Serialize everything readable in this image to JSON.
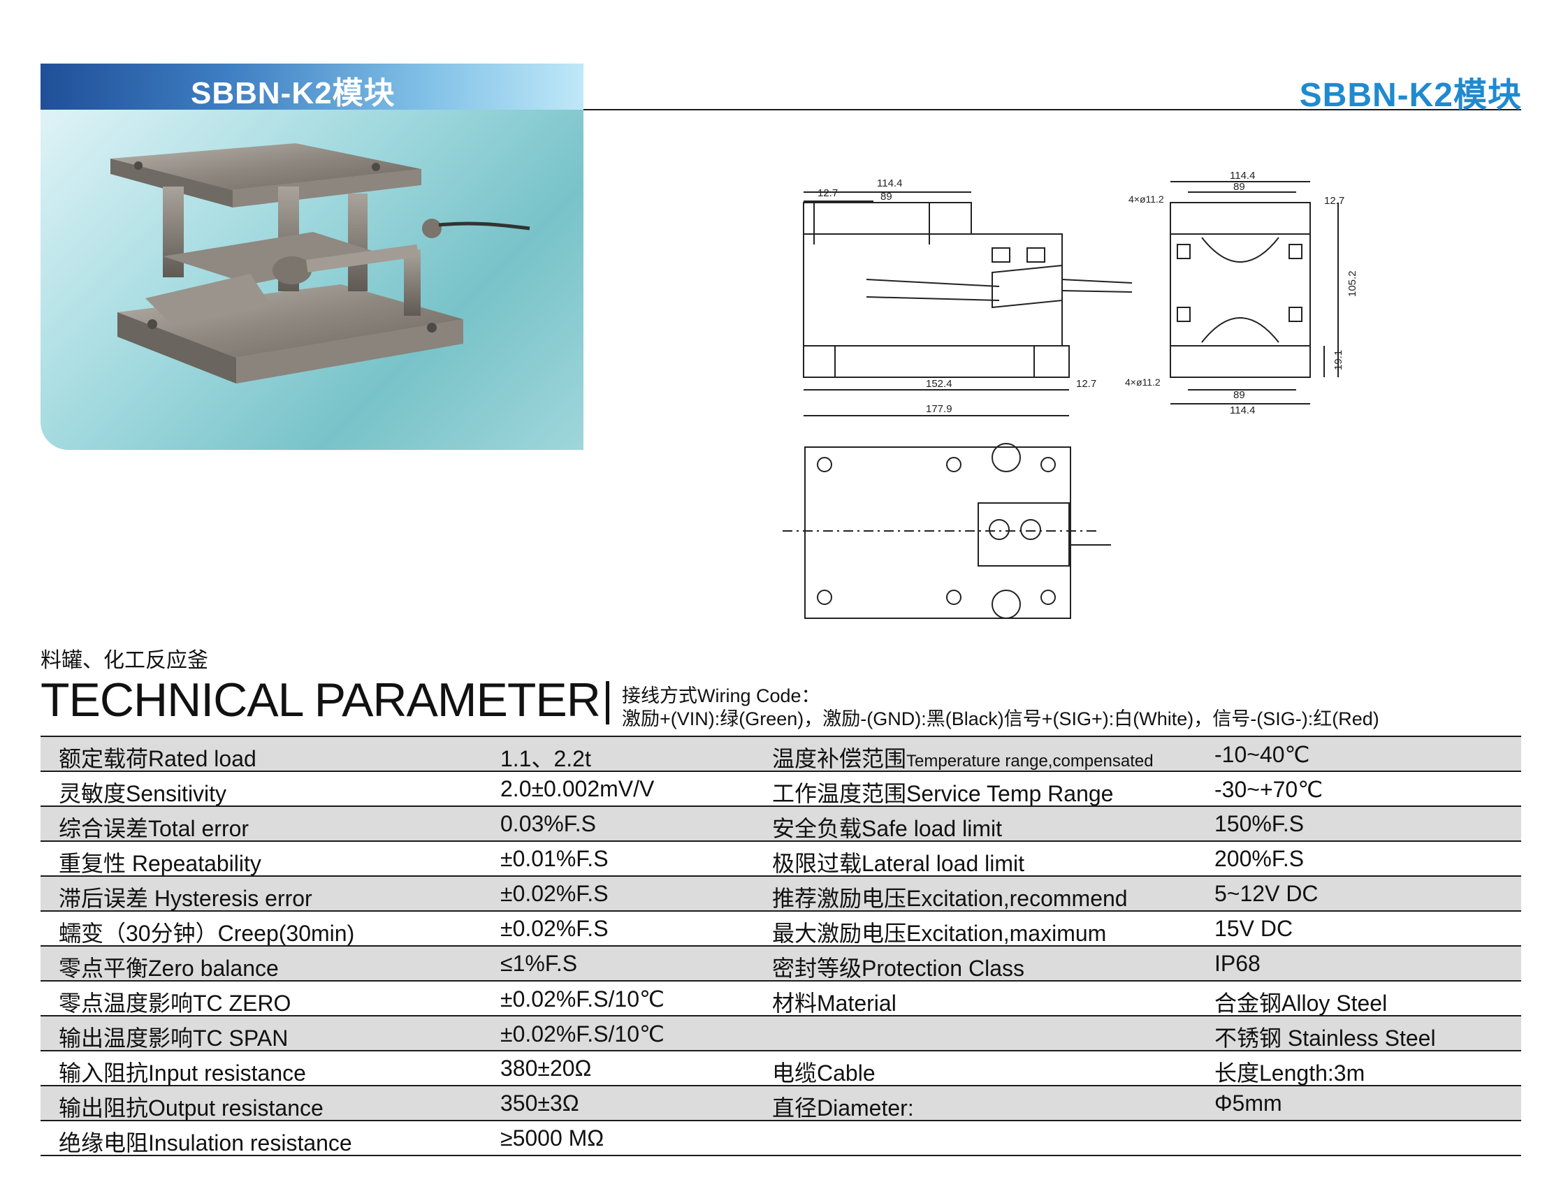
{
  "header": {
    "left_title": "SBBN-K2模块",
    "right_title": "SBBN-K2模块"
  },
  "drawing": {
    "side_view": {
      "top_width": "114.4",
      "top_inner": "89",
      "top_offset": "12.7",
      "bottom_inner": "152.4",
      "bottom_offset": "12.7",
      "bottom_width": "177.9"
    },
    "end_view": {
      "top_width": "114.4",
      "top_inner": "89",
      "top_holes": "4×ø11.2",
      "top_offset": "12.7",
      "height": "105.2",
      "base_height": "19.1",
      "bottom_holes": "4×ø11.2",
      "bottom_inner": "89",
      "bottom_width": "114.4"
    }
  },
  "usage": "料罐、化工反应釜",
  "technical": {
    "heading": "TECHNICAL PARAMETER",
    "wiring_line1": "接线方式Wiring Code：",
    "wiring_line2": "激励+(VIN):绿(Green)，激励-(GND):黑(Black)信号+(SIG+):白(White)，信号-(SIG-):红(Red)"
  },
  "parameters": [
    {
      "label_l": "额定载荷Rated load",
      "value_l": "1.1、2.2t",
      "label_r": "温度补偿范围",
      "label_r_small": "Temperature range,compensated",
      "value_r": "-10~40℃"
    },
    {
      "label_l": "灵敏度Sensitivity",
      "value_l": "2.0±0.002mV/V",
      "label_r": "工作温度范围Service Temp Range",
      "label_r_small": "",
      "value_r": "-30~+70℃"
    },
    {
      "label_l": "综合误差Total error",
      "value_l": "0.03%F.S",
      "label_r": "安全负载Safe load limit",
      "label_r_small": "",
      "value_r": "150%F.S"
    },
    {
      "label_l": "重复性 Repeatability",
      "value_l": "±0.01%F.S",
      "label_r": "极限过载Lateral load limit",
      "label_r_small": "",
      "value_r": "200%F.S"
    },
    {
      "label_l": "滞后误差 Hysteresis error",
      "value_l": "±0.02%F.S",
      "label_r": "推荐激励电压Excitation,recommend",
      "label_r_small": "",
      "value_r": "5~12V DC"
    },
    {
      "label_l": "蠕变（30分钟）Creep(30min)",
      "value_l": "±0.02%F.S",
      "label_r": "最大激励电压Excitation,maximum",
      "label_r_small": "",
      "value_r": "15V DC"
    },
    {
      "label_l": "零点平衡Zero balance",
      "value_l": "≤1%F.S",
      "label_r": "密封等级Protection Class",
      "label_r_small": "",
      "value_r": "IP68"
    },
    {
      "label_l": "零点温度影响TC ZERO",
      "value_l": "±0.02%F.S/10℃",
      "label_r": "材料Material",
      "label_r_small": "",
      "value_r": "合金钢Alloy Steel"
    },
    {
      "label_l": "输出温度影响TC SPAN",
      "value_l": "±0.02%F.S/10℃",
      "label_r": "",
      "label_r_small": "",
      "value_r": "不锈钢 Stainless Steel"
    },
    {
      "label_l": "输入阻抗Input resistance",
      "value_l": "380±20Ω",
      "label_r": "电缆Cable",
      "label_r_small": "",
      "value_r": "长度Length:3m"
    },
    {
      "label_l": "输出阻抗Output resistance",
      "value_l": "350±3Ω",
      "label_r": "直径Diameter:",
      "label_r_small": "",
      "value_r": "Φ5mm"
    },
    {
      "label_l": "绝缘电阻Insulation resistance",
      "value_l": "≥5000 MΩ",
      "label_r": "",
      "label_r_small": "",
      "value_r": ""
    }
  ]
}
